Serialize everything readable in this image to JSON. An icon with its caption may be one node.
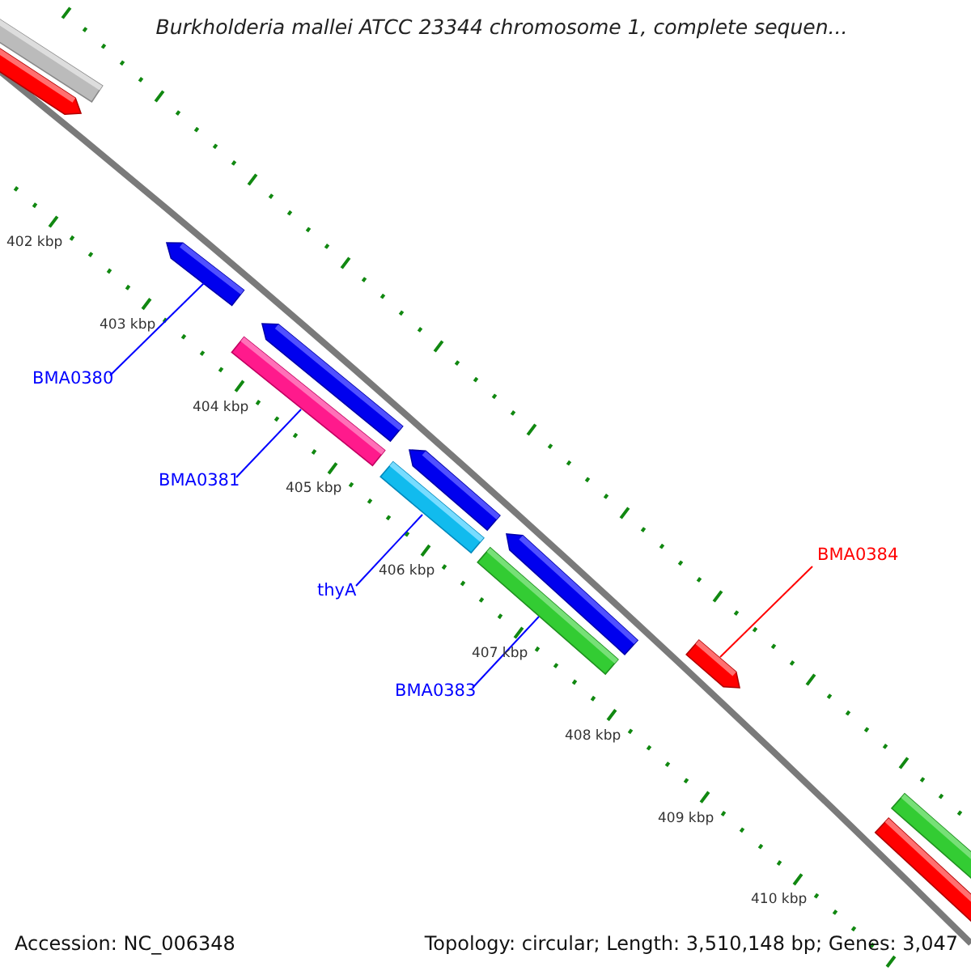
{
  "diagram": {
    "title": "Burkholderia mallei ATCC 23344 chromosome 1, complete sequen...",
    "nodes": [
      {
        "text": [
          "BMA0380"
        ]
      },
      {
        "text": [],
        "shape": "bar"
      },
      {
        "text": [
          "BMA0381"
        ]
      },
      {
        "text": [],
        "shape": "bar"
      },
      {
        "text": [
          "thyA"
        ]
      },
      {
        "text": [],
        "shape": "bar"
      },
      {
        "text": [
          "BMA0383"
        ]
      },
      {
        "text": [],
        "shape": "bar"
      },
      {
        "text": [
          "BMA0384"
        ]
      },
      {
        "text": [],
        "shape": "bar"
      }
    ],
    "edges": [
      {
        "from": 0,
        "to": 1,
        "arrow": "none"
      },
      {
        "from": 2,
        "to": 3,
        "arrow": "none"
      },
      {
        "from": 4,
        "to": 5,
        "arrow": "none"
      },
      {
        "from": 6,
        "to": 7,
        "arrow": "none"
      },
      {
        "from": 8,
        "to": 9,
        "arrow": "none",
        "color": "#ff0000"
      }
    ],
    "labels": [
      "402 kbp",
      "403 kbp",
      "404 kbp",
      "405 kbp",
      "406 kbp",
      "407 kbp",
      "408 kbp",
      "409 kbp",
      "410 kbp",
      "Accession: NC_006348",
      "Topology: circular; Length: 3,510,148 bp; Genes: 3,047"
    ]
  }
}
